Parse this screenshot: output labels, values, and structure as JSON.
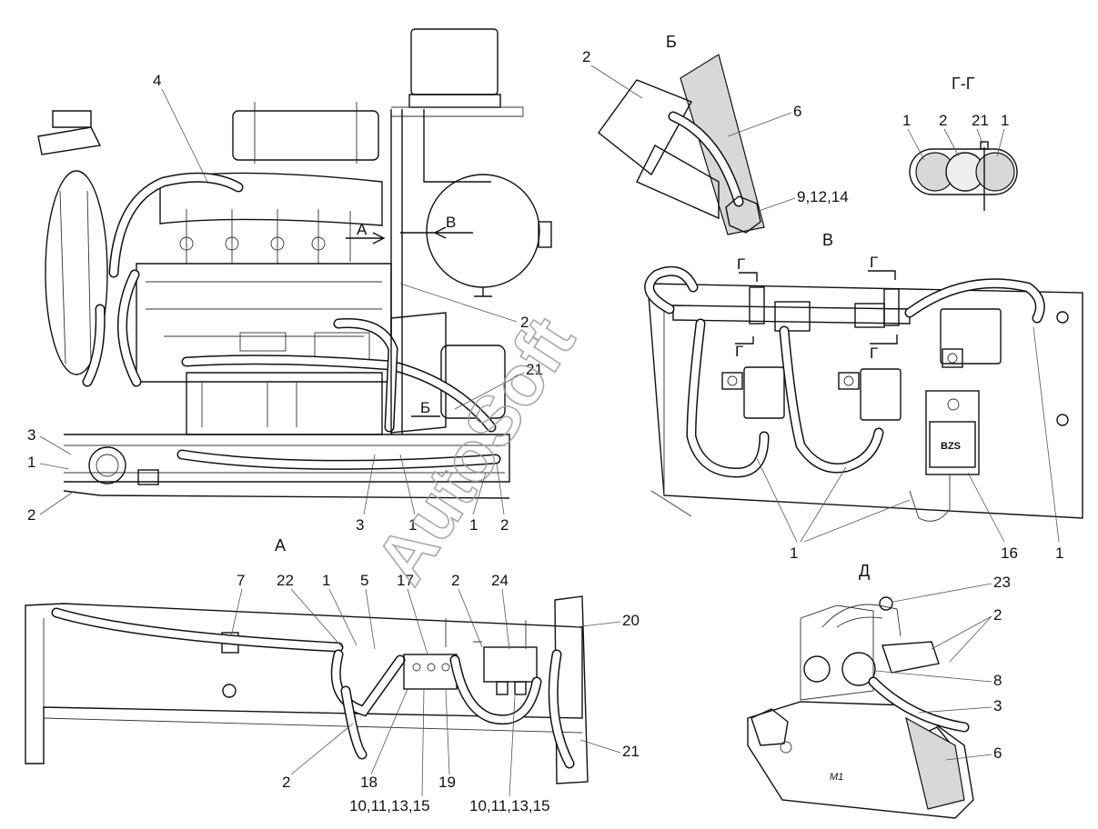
{
  "watermark": "AutoSoft",
  "views": {
    "main": {
      "labels": [
        "4",
        "3",
        "1",
        "2",
        "3",
        "1",
        "1",
        "2",
        "21"
      ],
      "arrows": [
        "A",
        "B",
        "Б"
      ],
      "callout_2_right": "2"
    },
    "b": {
      "title": "Б",
      "labels": [
        "2",
        "6",
        "9,12,14"
      ]
    },
    "gg": {
      "title": "Г-Г",
      "labels": [
        "1",
        "2",
        "21",
        "1"
      ]
    },
    "v": {
      "title": "В",
      "section_marks": [
        "Г",
        "Г",
        "Г",
        "Г"
      ],
      "bzs": "BZS",
      "labels": [
        "1",
        "16",
        "1"
      ]
    },
    "a": {
      "title": "А",
      "labels_top": [
        "7",
        "22",
        "1",
        "5",
        "17",
        "2",
        "24",
        "20"
      ],
      "labels_bottom": [
        "2",
        "18",
        "10,11,13,15",
        "19",
        "10,11,13,15",
        "21"
      ]
    },
    "d": {
      "title": "Д",
      "labels": [
        "23",
        "2",
        "8",
        "3",
        "6"
      ],
      "mark": "M1"
    }
  }
}
